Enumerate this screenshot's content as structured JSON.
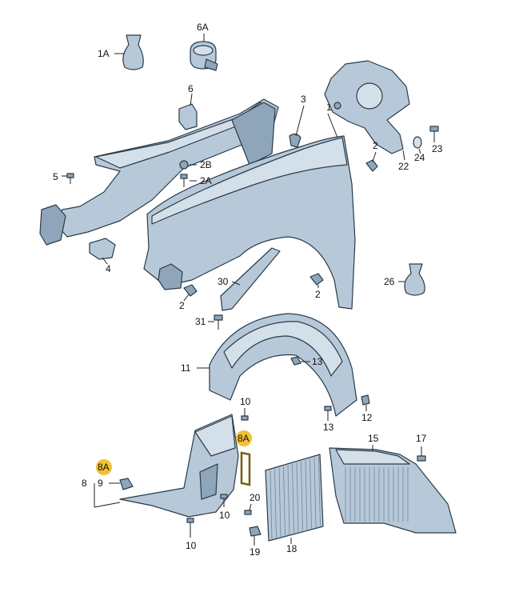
{
  "diagram": {
    "colors": {
      "part_fill": "#b7c9d9",
      "part_fill_light": "#d3e0ea",
      "part_fill_dark": "#8fa6ba",
      "outline": "#2a3a48",
      "highlight": "#f1c232"
    },
    "callouts": {
      "c1A": "1A",
      "c6A": "6A",
      "c6": "6",
      "c3": "3",
      "c1": "1",
      "c5": "5",
      "c2B": "2B",
      "c2A": "2A",
      "c2a": "2",
      "c22": "22",
      "c24": "24",
      "c23": "23",
      "c4": "4",
      "c30": "30",
      "c2b": "2",
      "c2c": "2",
      "c26": "26",
      "c31": "31",
      "c11": "11",
      "c13a": "13",
      "c10a": "10",
      "c12": "12",
      "c13b": "13",
      "c8A1": "8A",
      "c15": "15",
      "c17": "17",
      "c8A2": "8A",
      "c8": "8",
      "c9": "9",
      "c20": "20",
      "c10b": "10",
      "c10c": "10",
      "c19": "19",
      "c18": "18"
    }
  }
}
